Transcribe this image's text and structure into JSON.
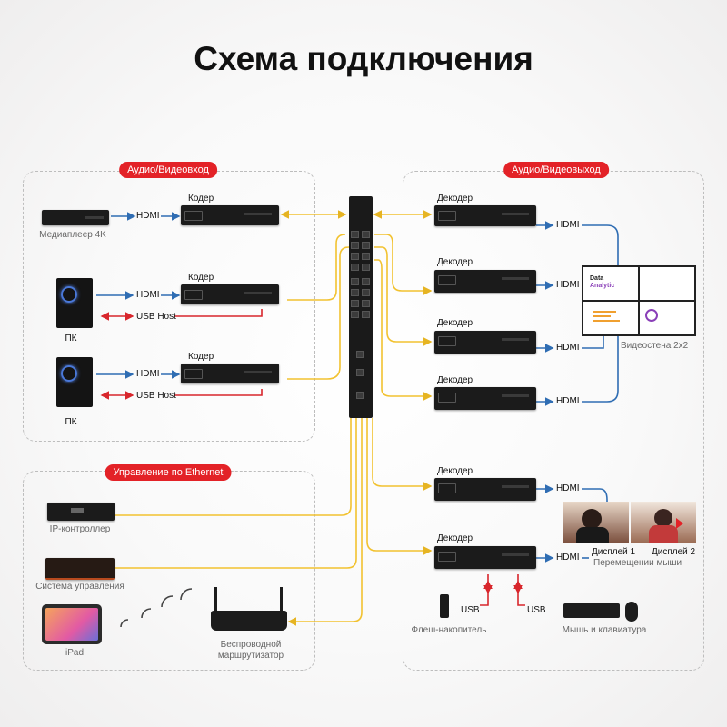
{
  "title": "Схема подключения",
  "sections": {
    "input": "Аудио/Видеовход",
    "output": "Аудио/Видеовыход",
    "control": "Управление по Ethernet"
  },
  "encoder_label": "Кодер",
  "decoder_label": "Декодер",
  "hdmi_label": "HDMI",
  "usb_host_label": "USB Host",
  "usb_label": "USB",
  "sources": {
    "player": "Медиаплеер 4K",
    "pc1": "ПК",
    "pc2": "ПК"
  },
  "control_devices": {
    "ip_controller": "IP-контроллер",
    "control_system": "Система управления",
    "ipad": "iPad",
    "router_line1": "Беспроводной",
    "router_line2": "маршрутизатор"
  },
  "outputs": {
    "videowall": "Видеостена 2x2",
    "display1": "Дисплей 1",
    "display2": "Дисплей 2",
    "mouse_move": "Перемещении мыши",
    "flash": "Флеш-накопитель",
    "mouse_keyboard": "Мышь и клавиатура"
  },
  "screen": {
    "data_title": "Data",
    "data_subtitle": "Analytic"
  },
  "colors": {
    "accent_red": "#e32227",
    "hdmi_blue": "#2f6db3",
    "ethernet_yellow": "#f2c230",
    "usb_red": "#d8262c"
  }
}
